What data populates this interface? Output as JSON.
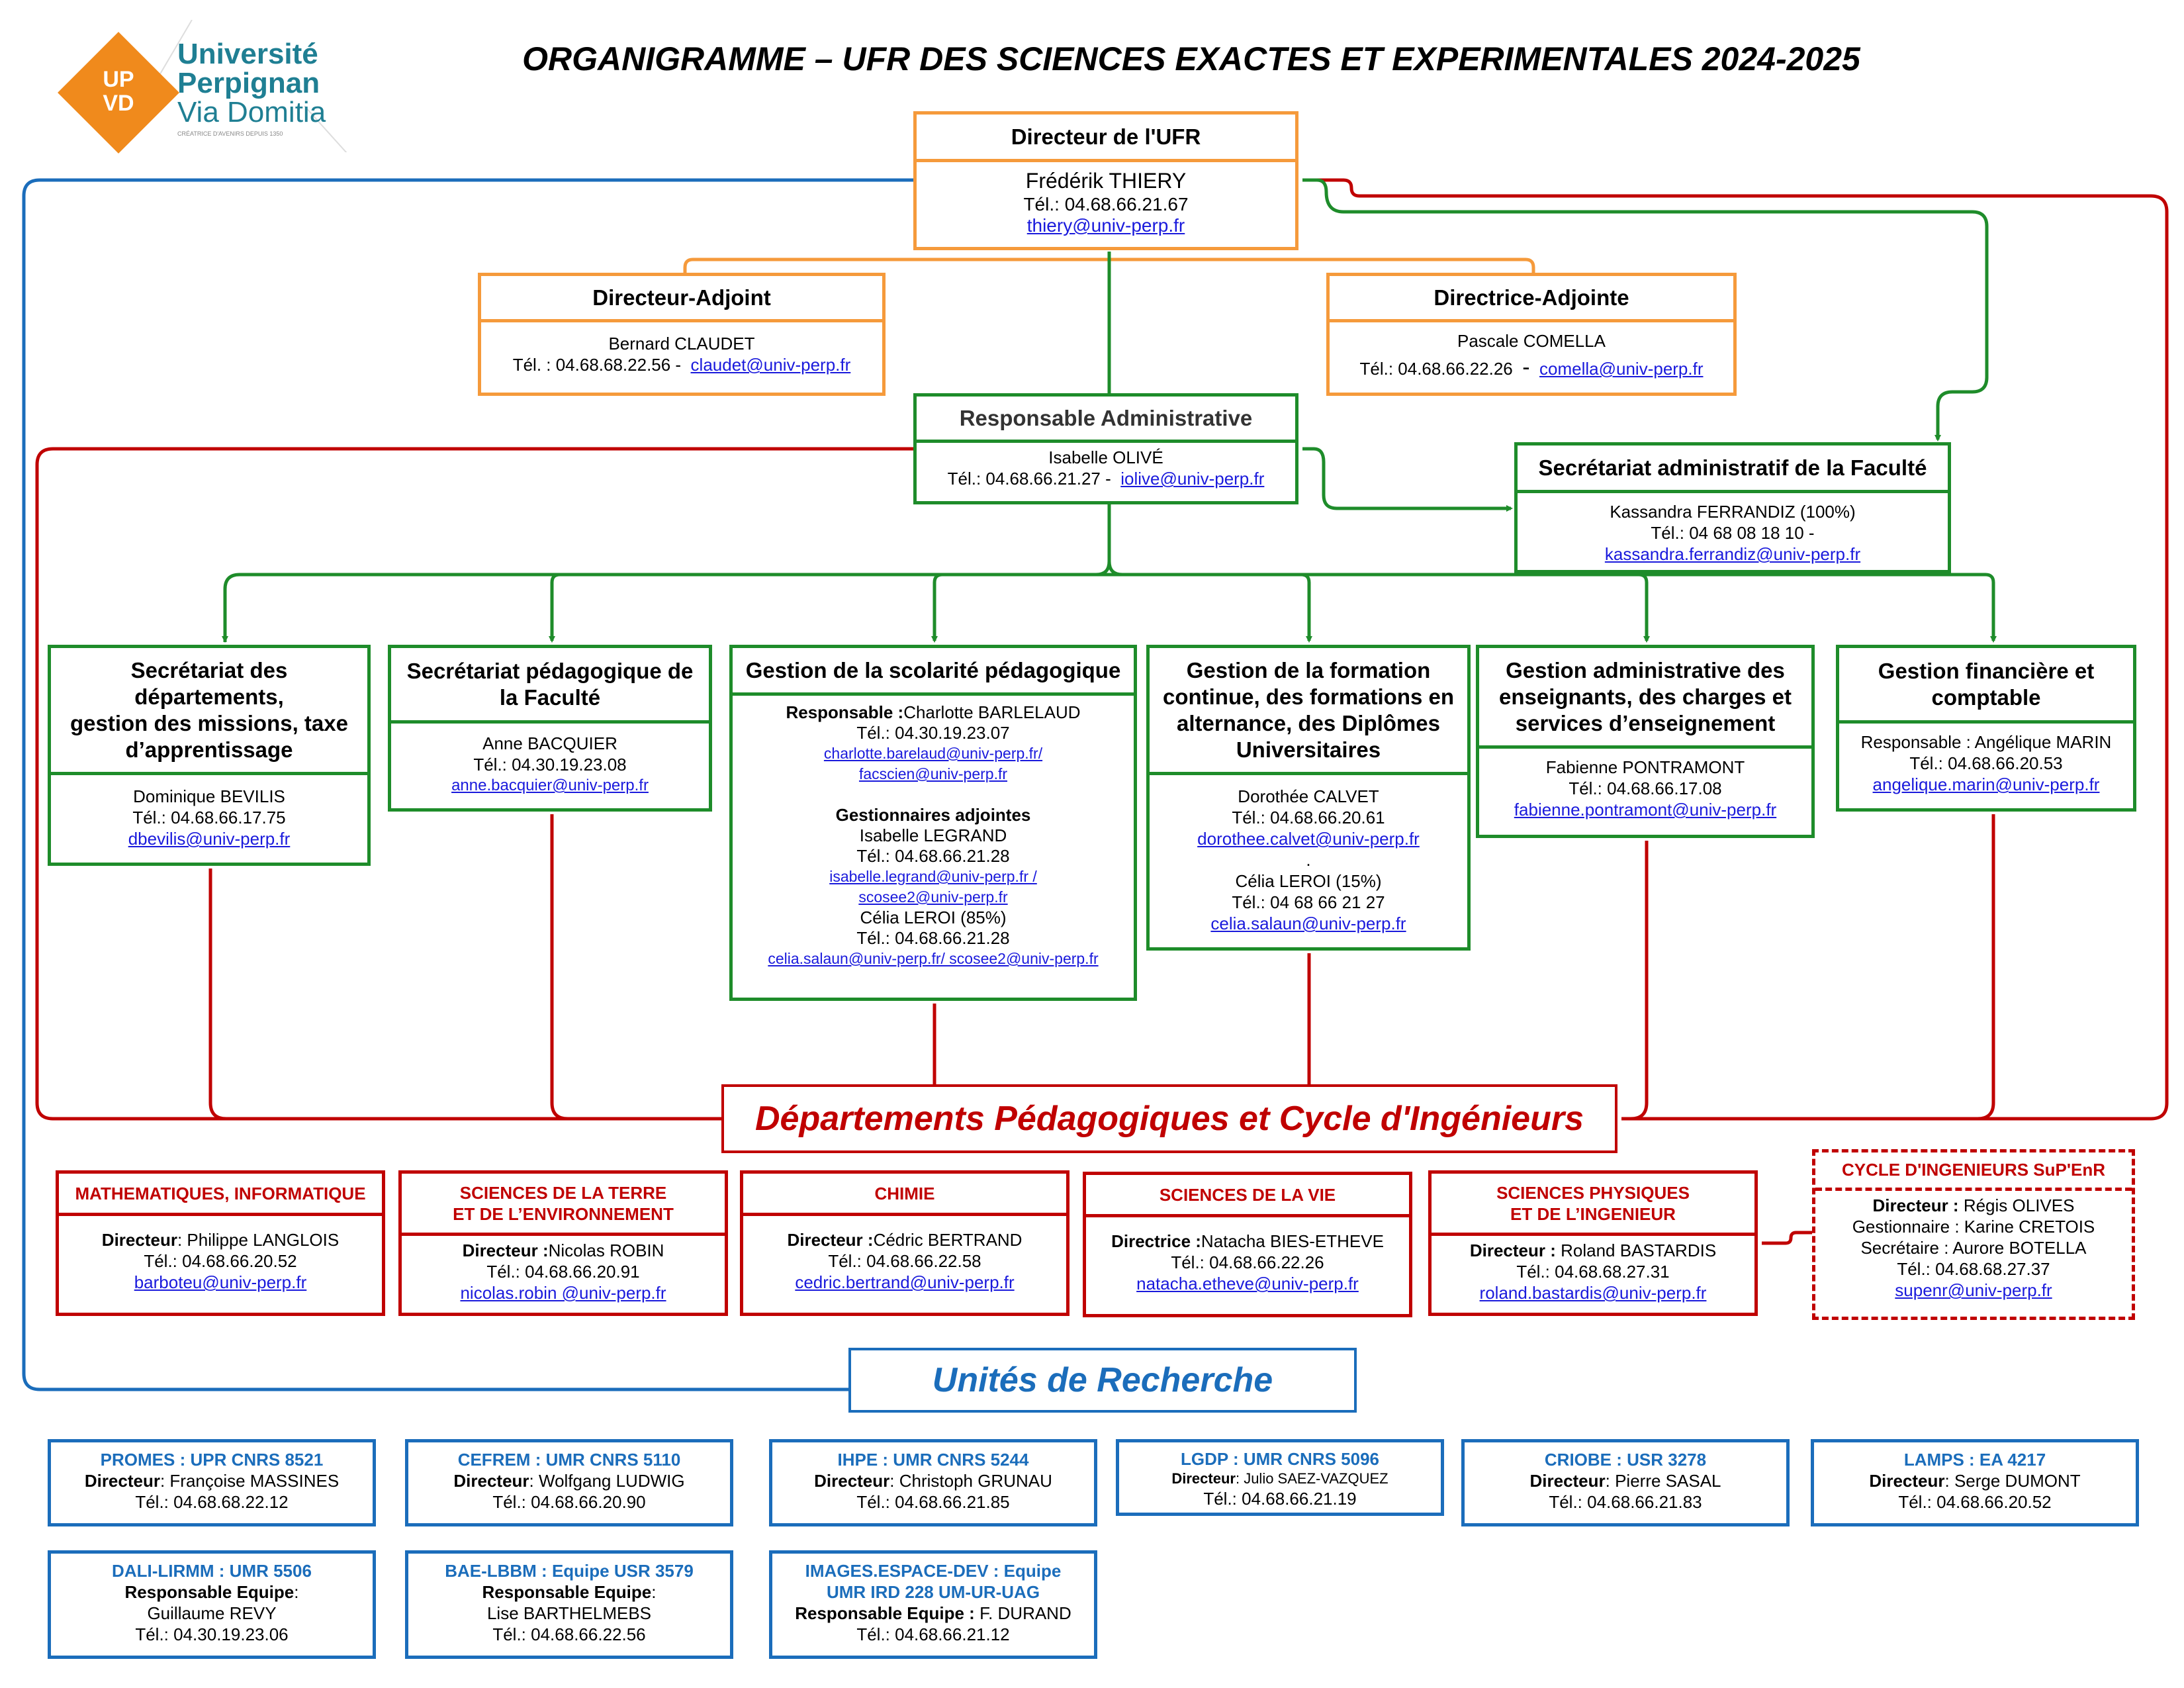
{
  "title": "ORGANIGRAMME – UFR DES SCIENCES EXACTES ET EXPERIMENTALES 2024-2025",
  "logo": {
    "badge_top": "UP",
    "badge_bottom": "VD",
    "line1": "Université",
    "line2": "Perpignan",
    "line3": "Via Domitia",
    "tagline": "CRÉATRICE D'AVENIRS DEPUIS 1350",
    "colors": {
      "orange": "#f08a1c",
      "teal": "#1f7f93"
    }
  },
  "colors": {
    "orange": "#f59a3b",
    "green": "#1e8c2a",
    "red": "#c00000",
    "blue": "#1b6dbb",
    "link": "#1a1adc"
  },
  "director": {
    "header": "Directeur de l'UFR",
    "name": "Frédérik THIERY",
    "tel": "Tél.: 04.68.66.21.67",
    "email": "thiery@univ-perp.fr"
  },
  "deputy1": {
    "header": "Directeur-Adjoint",
    "name": "Bernard CLAUDET",
    "tel": "Tél. : 04.68.68.22.56  -",
    "email": "claudet@univ-perp.fr"
  },
  "deputy2": {
    "header": "Directrice-Adjointe",
    "name": "Pascale COMELLA",
    "tel": "Tél.: 04.68.66.22.26",
    "sep": "-",
    "email": "comella@univ-perp.fr"
  },
  "admin": {
    "header": "Responsable Administrative",
    "name": "Isabelle OLIVÉ",
    "tel": "Tél.: 04.68.66.21.27  -",
    "email": "iolive@univ-perp.fr"
  },
  "faculty_secretariat": {
    "header": "Secrétariat administratif de la Faculté",
    "name": "Kassandra FERRANDIZ (100%)",
    "tel": "Tél.: 04 68 08 18 10 -",
    "email": "kassandra.ferrandiz@univ-perp.fr"
  },
  "services": [
    {
      "header_lines": [
        "Secrétariat des",
        "départements,",
        "gestion des missions, taxe",
        "d’apprentissage"
      ],
      "name": "Dominique BEVILIS",
      "tel": "Tél.: 04.68.66.17.75",
      "email": "dbevilis@univ-perp.fr"
    },
    {
      "header_lines": [
        "Secrétariat pédagogique de",
        "la Faculté"
      ],
      "name": "Anne BACQUIER",
      "tel": "Tél.: 04.30.19.23.08",
      "email": "anne.bacquier@univ-perp.fr"
    },
    {
      "header_lines": [
        "Gestion de la scolarité pédagogique"
      ],
      "resp_label": "Responsable :",
      "resp_name": "Charlotte BARLELAUD",
      "resp_tel": "Tél.: 04.30.19.23.07",
      "resp_email1": "charlotte.barelaud@univ-perp.fr/",
      "resp_email2": "facscien@univ-perp.fr",
      "adj_label": "Gestionnaires adjointes",
      "adj1_name": "Isabelle LEGRAND",
      "adj1_tel": "Tél.: 04.68.66.21.28",
      "adj1_email1": "isabelle.legrand@univ-perp.fr /",
      "adj1_email2": "scosee2@univ-perp.fr",
      "adj2_name": "Célia LEROI (85%)",
      "adj2_tel": "Tél.: 04.68.66.21.28",
      "adj2_email": "celia.salaun@univ-perp.fr/ scosee2@univ-perp.fr"
    },
    {
      "header_lines": [
        "Gestion de la formation",
        "continue, des formations en",
        "alternance, des Diplômes",
        "Universitaires"
      ],
      "name": "Dorothée CALVET",
      "tel": "Tél.: 04.68.66.20.61",
      "email": "dorothee.calvet@univ-perp.fr",
      "dot": ".",
      "name2": "Célia LEROI (15%)",
      "tel2": "Tél.: 04 68 66 21 27",
      "email2": "celia.salaun@univ-perp.fr"
    },
    {
      "header_lines": [
        "Gestion administrative des",
        "enseignants, des charges et",
        "services d’enseignement"
      ],
      "name": "Fabienne PONTRAMONT",
      "tel": "Tél.: 04.68.66.17.08",
      "email": "fabienne.pontramont@univ-perp.fr"
    },
    {
      "header_lines": [
        "Gestion financière et",
        "comptable"
      ],
      "name": "Responsable : Angélique MARIN",
      "tel": "Tél.: 04.68.66.20.53",
      "email": "angelique.marin@univ-perp.fr"
    }
  ],
  "departments_title": "Départements Pédagogiques et Cycle d'Ingénieurs",
  "departments": [
    {
      "header_lines": [
        "MATHEMATIQUES, INFORMATIQUE"
      ],
      "label": "Directeur",
      "sep": ": ",
      "name": "Philippe LANGLOIS",
      "tel": "Tél.: 04.68.66.20.52",
      "email": "barboteu@univ-perp.fr"
    },
    {
      "header_lines": [
        "SCIENCES DE LA TERRE",
        "ET DE L’ENVIRONNEMENT"
      ],
      "label": "Directeur :",
      "sep": "",
      "name": "Nicolas ROBIN",
      "tel": "Tél.: 04.68.66.20.91",
      "email": "nicolas.robin @univ-perp.fr"
    },
    {
      "header_lines": [
        "CHIMIE"
      ],
      "label": "Directeur :",
      "sep": "",
      "name": "Cédric BERTRAND",
      "tel": "Tél.: 04.68.66.22.58",
      "email": "cedric.bertrand@univ-perp.fr"
    },
    {
      "header_lines": [
        "SCIENCES DE LA VIE"
      ],
      "label": "Directrice :",
      "sep": "",
      "name": "Natacha BIES-ETHEVE",
      "tel": "Tél.: 04.68.66.22.26",
      "email": "natacha.etheve@univ-perp.fr"
    },
    {
      "header_lines": [
        "SCIENCES PHYSIQUES",
        "ET DE L’INGENIEUR"
      ],
      "label": "Directeur :",
      "sep": " ",
      "name": "Roland BASTARDIS",
      "tel": "Tél.: 04.68.68.27.31",
      "email": "roland.bastardis@univ-perp.fr"
    }
  ],
  "engineering_cycle": {
    "header": "CYCLE D'INGENIEURS SuP'EnR",
    "director_label": "Directeur :",
    "director_name": "Régis OLIVES",
    "manager": "Gestionnaire : Karine CRETOIS",
    "secretary": "Secrétaire : Aurore BOTELLA",
    "tel": "Tél.: 04.68.68.27.37",
    "email": "supenr@univ-perp.fr"
  },
  "research_title": "Unités de Recherche",
  "research_units": [
    {
      "title_lines": [
        "PROMES : UPR CNRS 8521"
      ],
      "role": "Directeur",
      "person": ": Françoise  MASSINES",
      "person2": "",
      "tel": "Tél.: 04.68.68.22.12"
    },
    {
      "title_lines": [
        "CEFREM : UMR CNRS 5110"
      ],
      "role": "Directeur",
      "person": ": Wolfgang LUDWIG",
      "person2": "",
      "tel": "Tél.: 04.68.66.20.90"
    },
    {
      "title_lines": [
        "IHPE : UMR CNRS 5244"
      ],
      "role": "Directeur",
      "person": ": Christoph GRUNAU",
      "person2": "",
      "tel": "Tél.: 04.68.66.21.85"
    },
    {
      "title_lines": [
        "LGDP : UMR CNRS 5096"
      ],
      "role": "Directeur",
      "person": ": Julio SAEZ-VAZQUEZ",
      "person2": "",
      "tel": "Tél.: 04.68.66.21.19"
    },
    {
      "title_lines": [
        "CRIOBE : USR 3278"
      ],
      "role": "Directeur",
      "person": ": Pierre SASAL",
      "person2": "",
      "tel": "Tél.: 04.68.66.21.83"
    },
    {
      "title_lines": [
        "LAMPS : EA 4217"
      ],
      "role": "Directeur",
      "person": ": Serge DUMONT",
      "person2": "",
      "tel": "Tél.: 04.68.66.20.52"
    },
    {
      "title_lines": [
        "DALI-LIRMM : UMR 5506"
      ],
      "role": "Responsable Equipe",
      "person": ":",
      "person2": "Guillaume REVY",
      "tel": "Tél.: 04.30.19.23.06"
    },
    {
      "title_lines": [
        "BAE-LBBM : Equipe USR 3579"
      ],
      "role": "Responsable Equipe",
      "person": ":",
      "person2": "Lise BARTHELMEBS",
      "tel": "Tél.: 04.68.66.22.56"
    },
    {
      "title_lines": [
        "IMAGES.ESPACE-DEV : Equipe",
        "UMR IRD 228 UM-UR-UAG"
      ],
      "role": "Responsable Equipe :",
      "person": " F. DURAND",
      "person2": "",
      "tel": "Tél.: 04.68.66.21.12"
    }
  ]
}
